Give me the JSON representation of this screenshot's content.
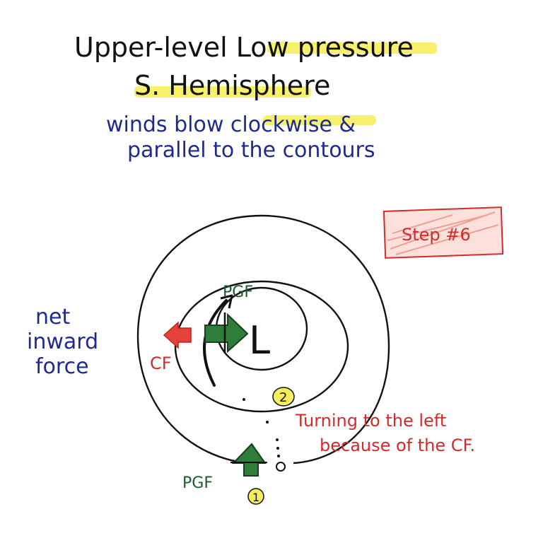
{
  "title": {
    "line1_part1": "Upper-level ",
    "line1_highlight": "Low pressure",
    "line2": "S. Hemisphere",
    "highlight_color": "#f6ee5a"
  },
  "subtitle": {
    "line1_part1": "winds blow ",
    "line1_highlight": "clockwise",
    "line1_part2": " &",
    "line2": "parallel to the contours",
    "color": "#1f2a8f"
  },
  "step_badge": {
    "label": "Step #6",
    "color": "#d42a2a"
  },
  "labels": {
    "pgf_top": "PGF",
    "pgf_bottom": "PGF",
    "cf": "CF",
    "low": "L",
    "net_force": [
      "net",
      "inward",
      "force"
    ],
    "turning": [
      "Turning to the left",
      "because of the CF."
    ]
  },
  "markers": [
    {
      "id": "1",
      "label": "1"
    },
    {
      "id": "2",
      "label": "2"
    }
  ],
  "colors": {
    "pgf_arrow": "#2e7d3a",
    "cf_arrow": "#e8413a",
    "marker_fill": "#f6ee5a",
    "ink": "#111111"
  }
}
